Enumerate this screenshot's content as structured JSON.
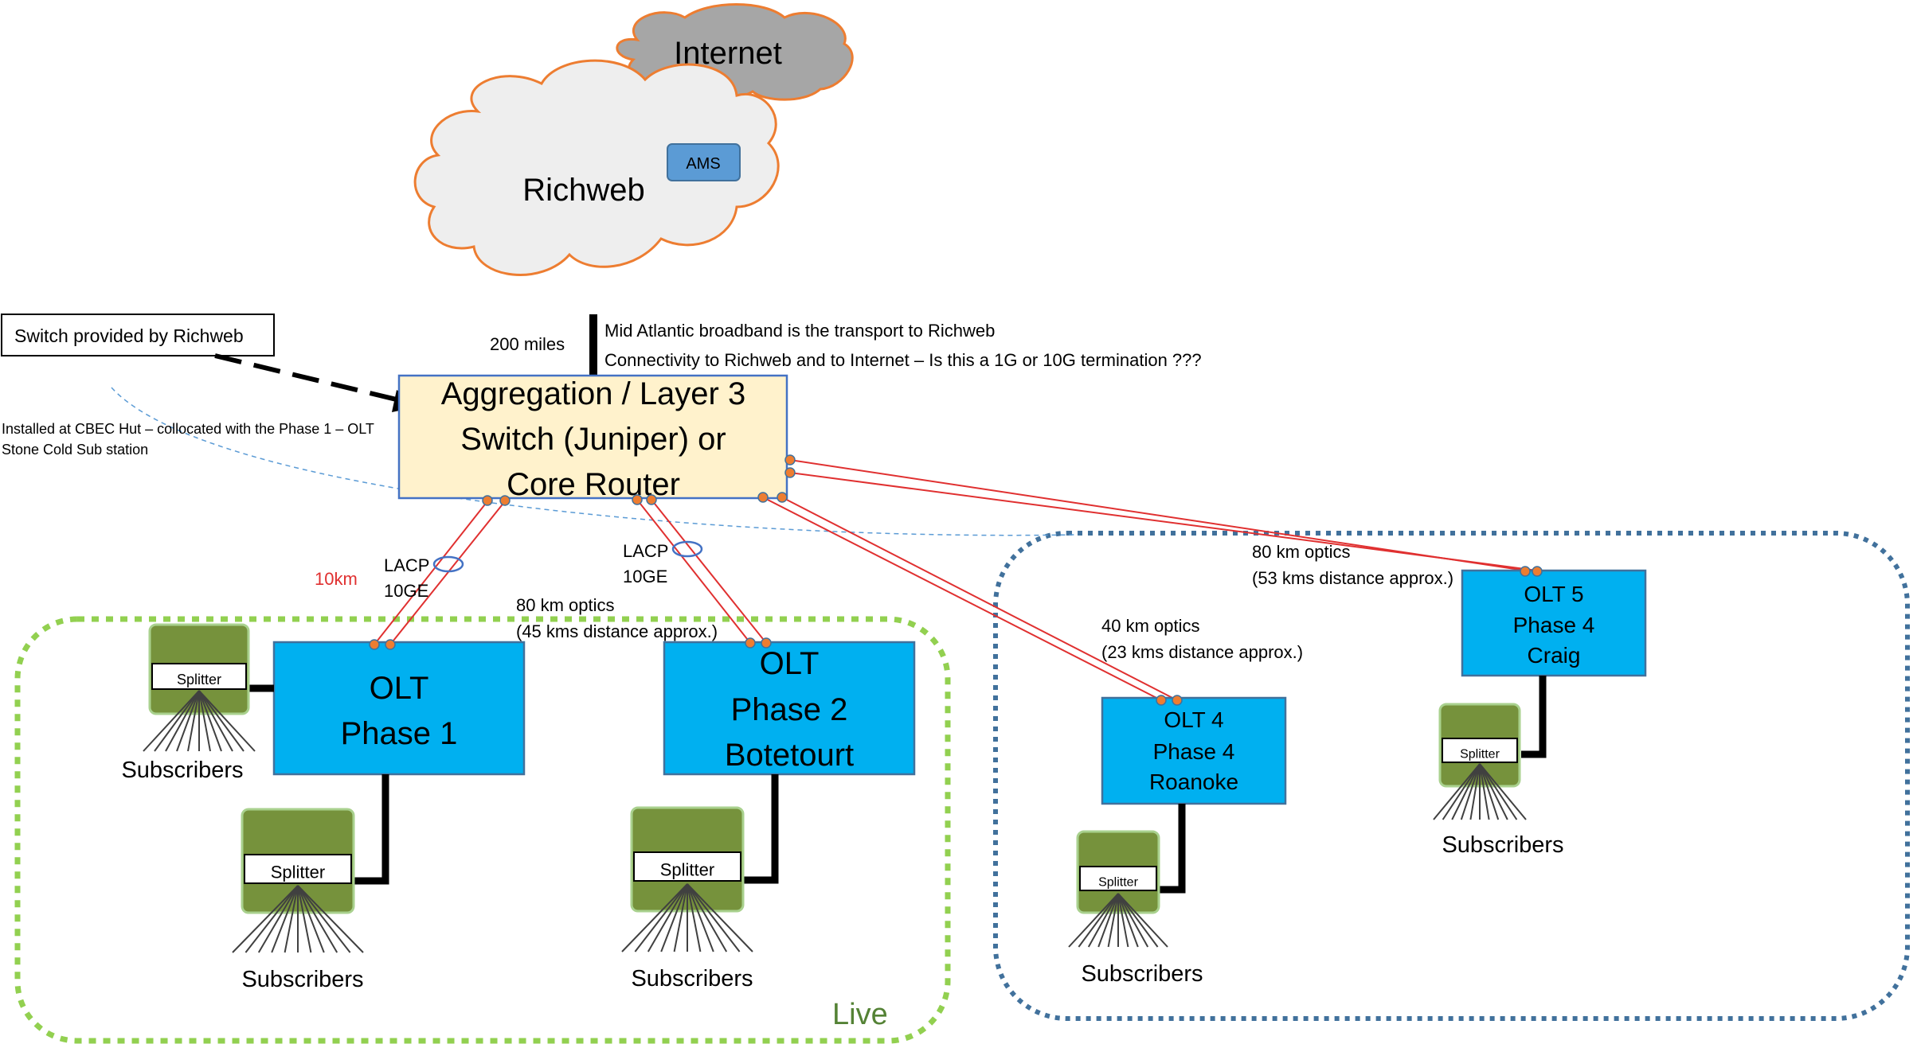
{
  "internet": {
    "label": "Internet"
  },
  "richweb": {
    "label": "Richweb",
    "ams": "AMS"
  },
  "switch_note": {
    "label": "Switch provided by Richweb",
    "install_line1": "Installed at CBEC Hut – collocated with the Phase 1 – OLT",
    "install_line2": "Stone Cold Sub station"
  },
  "uplink": {
    "distance": "200 miles",
    "note1": "Mid Atlantic broadband is the transport to Richweb",
    "note2": "Connectivity to Richweb and to Internet – Is this a 1G or 10G termination ???"
  },
  "core": {
    "line1": "Aggregation / Layer 3",
    "line2": "Switch (Juniper) or",
    "line3": "Core Router"
  },
  "links": {
    "lacp1": "LACP",
    "ge1": "10GE",
    "km10": "10km",
    "lacp2": "LACP",
    "ge2": "10GE",
    "opt2_line1": "80 km optics",
    "opt2_line2": "(45 kms distance approx.)",
    "opt4_line1": "40 km optics",
    "opt4_line2": "(23 kms distance approx.)",
    "opt5_line1": "80 km optics",
    "opt5_line2": "(53 kms distance approx.)"
  },
  "olt1": {
    "line1": "OLT",
    "line2": "Phase 1"
  },
  "olt2": {
    "line1": "OLT",
    "line2": "Phase 2",
    "line3": "Botetourt"
  },
  "olt4": {
    "line1": "OLT 4",
    "line2": "Phase 4",
    "line3": "Roanoke"
  },
  "olt5": {
    "line1": "OLT 5",
    "line2": "Phase 4",
    "line3": "Craig"
  },
  "splitter_label": "Splitter",
  "subscribers_label": "Subscribers",
  "live_label": "Live",
  "colors": {
    "olt_fill": "#00b0f0",
    "core_fill": "#fff2cc",
    "core_border": "#4472c4",
    "live_border": "#92d050",
    "future_border": "#41719c",
    "link_red": "#e03030",
    "splitter_green": "#76923c",
    "cloud_orange": "#ed7d31",
    "internet_gray": "#a6a6a6",
    "ams_blue": "#5b9bd5"
  }
}
